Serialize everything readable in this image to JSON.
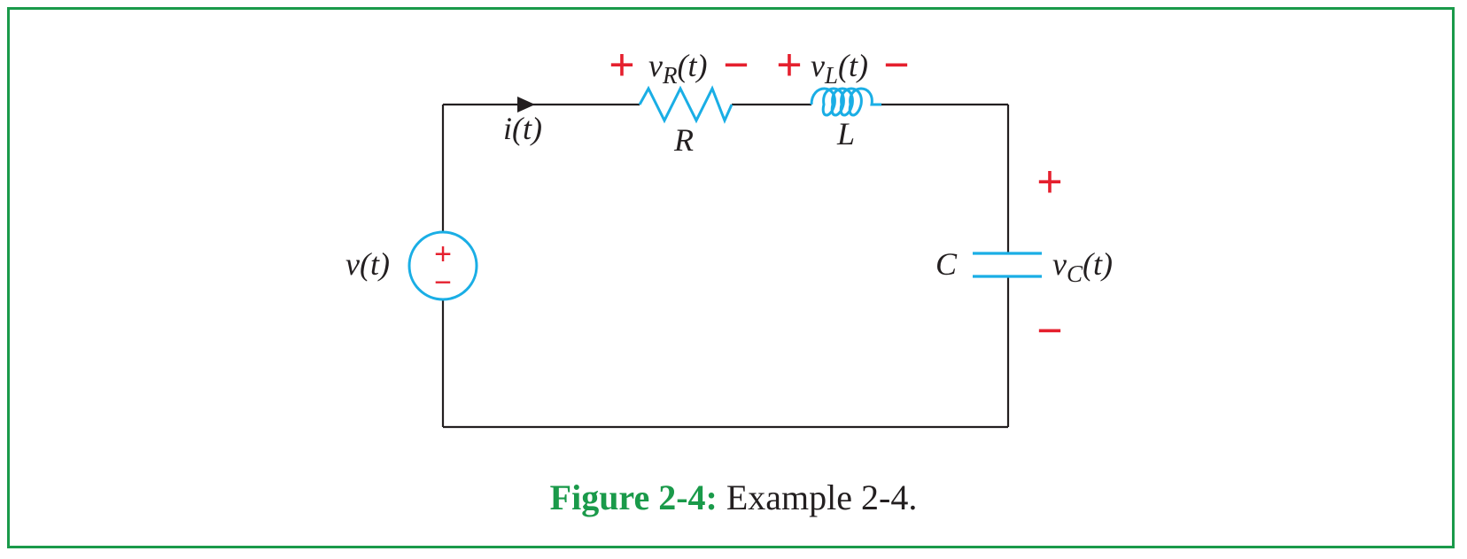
{
  "diagram": {
    "labels": {
      "source": "v(t)",
      "current": "i(t)",
      "resistor": "R",
      "inductor": "L",
      "capacitor": "C"
    },
    "voltages": {
      "vR": {
        "base": "v",
        "sub": "R",
        "arg": "(t)"
      },
      "vL": {
        "base": "v",
        "sub": "L",
        "arg": "(t)"
      },
      "vC": {
        "base": "v",
        "sub": "C",
        "arg": "(t)"
      }
    },
    "signs": {
      "plus": "+",
      "minus": "−"
    },
    "colors": {
      "wire": "#231f20",
      "component": "#1aaee5",
      "polarity": "#e5202e",
      "frame": "#1a9a4a"
    }
  },
  "caption": {
    "figure": "Figure 2-4:",
    "text": "Example 2-4."
  }
}
